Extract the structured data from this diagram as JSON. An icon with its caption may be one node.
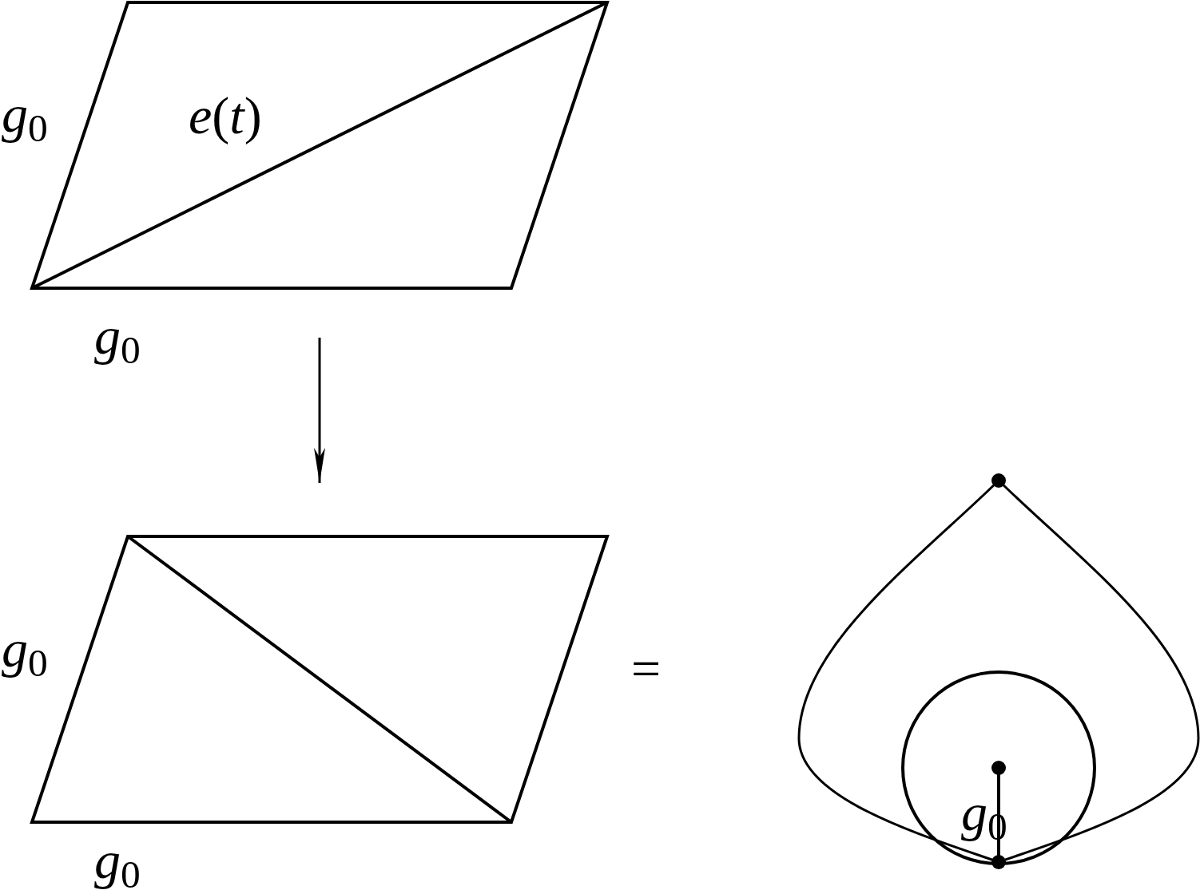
{
  "diagram": {
    "nodes": [
      {
        "text": [],
        "shape": "parallelogram"
      },
      {
        "text": [],
        "shape": "parallelogram"
      }
    ],
    "edges": [
      {
        "from": 0,
        "to": 1,
        "arrow": "to"
      }
    ],
    "labels": [
      "*g*$_{0}$",
      "*e*(*t*)",
      "*g*$_{0}$",
      "*g*$_{0}$",
      "=",
      "*g*$_{0}$",
      "*g*$_{0}$"
    ]
  }
}
